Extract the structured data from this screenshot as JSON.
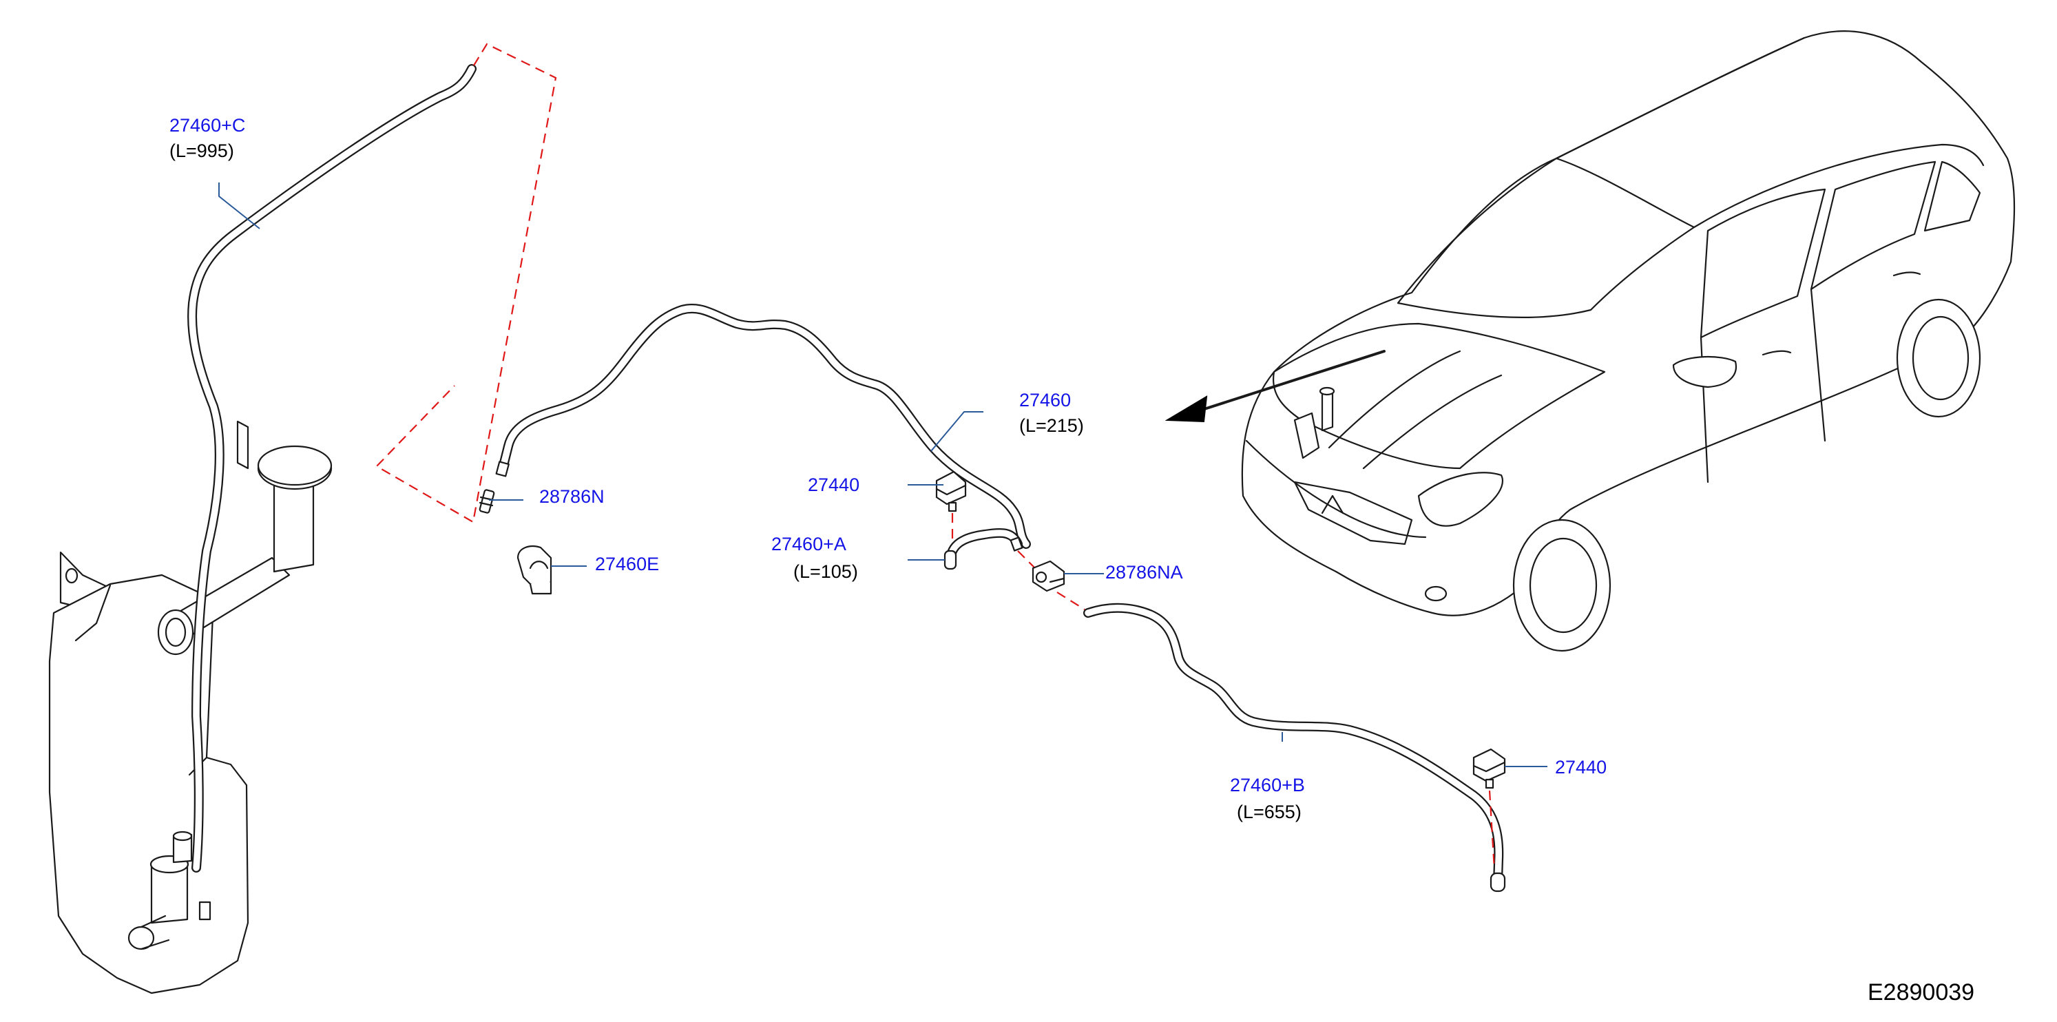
{
  "diagram": {
    "reference_code": "E2890039",
    "colors": {
      "part_label": "#1414e6",
      "leader": "#2a5a9a",
      "hidden_line": "#e01818",
      "drawing": "#1a1a1a"
    },
    "callouts": [
      {
        "id": "c1",
        "part": "27460+C",
        "length": "(L=995)"
      },
      {
        "id": "c2",
        "part": "28786N",
        "length": ""
      },
      {
        "id": "c3",
        "part": "27460E",
        "length": ""
      },
      {
        "id": "c4",
        "part": "27460",
        "length": "(L=215)"
      },
      {
        "id": "c5",
        "part": "27440",
        "length": ""
      },
      {
        "id": "c6",
        "part": "27460+A",
        "length": "(L=105)"
      },
      {
        "id": "c7",
        "part": "28786NA",
        "length": ""
      },
      {
        "id": "c8",
        "part": "27460+B",
        "length": "(L=655)"
      },
      {
        "id": "c9",
        "part": "27440",
        "length": ""
      }
    ]
  }
}
